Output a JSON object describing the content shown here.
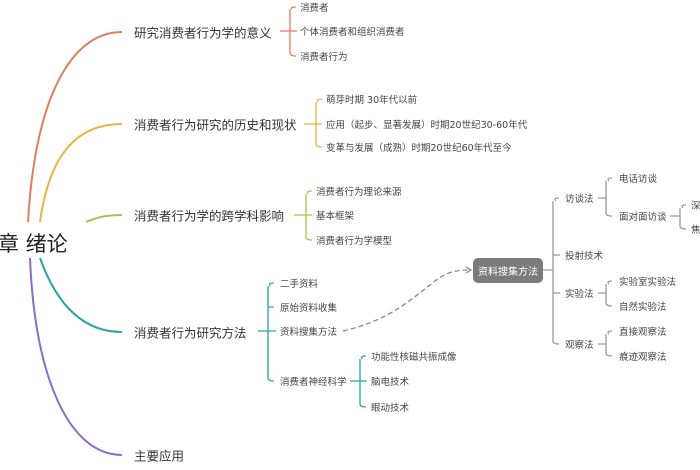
{
  "root": "章 绪论",
  "branches": [
    {
      "label": "研究消费者行为学的意义",
      "color": "#e07e62",
      "children": [
        "消费者",
        "个体消费者和组织消费者",
        "消费者行为"
      ]
    },
    {
      "label": "消费者行为研究的历史和现状",
      "color": "#e6b445",
      "children": [
        "萌芽时期 30年代以前",
        "应用（起步、显著发展）时期20世纪30-60年代",
        "变革与发展（成熟）时期20世纪60年代至今"
      ]
    },
    {
      "label": "消费者行为学的跨学科影响",
      "color": "#a9c24a",
      "children": [
        "消费者行为理论来源",
        "基本框架",
        "消费者行为学模型"
      ]
    },
    {
      "label": "消费者行为研究方法",
      "color": "#2aa3a3",
      "children": [
        "二手资料",
        "原始资料收集",
        "资料搜集方法",
        "消费者神经科学"
      ],
      "neuro": [
        "功能性核磁共振成像",
        "脑电技术",
        "眼动技术"
      ]
    },
    {
      "label": "主要应用",
      "color": "#8a6cc4"
    }
  ],
  "methods": {
    "title": "资料搜集方法",
    "items": [
      "访谈法",
      "投射技术",
      "实验法",
      "观察法"
    ],
    "interview": [
      "电话访谈",
      "面对面访谈"
    ],
    "face": [
      "深",
      "焦"
    ],
    "experiment": [
      "实验室实验法",
      "自然实验法"
    ],
    "observe": [
      "直接观察法",
      "痕迹观察法"
    ]
  }
}
